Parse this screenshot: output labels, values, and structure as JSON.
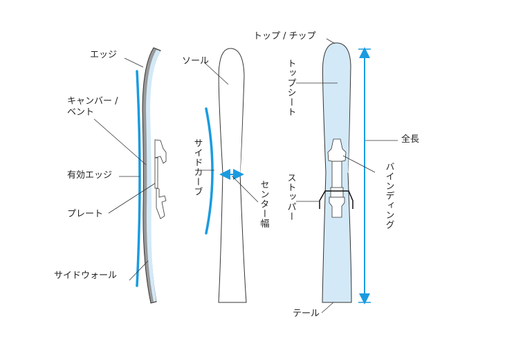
{
  "colors": {
    "accent_blue": "#1a9be0",
    "ski_fill": "#d3e9f7",
    "edge_gray": "#999999",
    "outline": "#333333"
  },
  "side_view": {
    "edge": "エッジ",
    "camber_line1": "キャンバー /",
    "camber_line2": "ベント",
    "effective_edge": "有効エッジ",
    "plate": "プレート",
    "sidewall": "サイドウォール"
  },
  "bottom_view": {
    "sole": "ソール",
    "side_curve": "サイドカーブ",
    "center_width": "センター幅"
  },
  "top_view": {
    "top_tip": "トップ / チップ",
    "top_sheet": "トップシート",
    "overall_length": "全長",
    "binding": "バインディング",
    "stopper": "ストッパー",
    "tail": "テール"
  }
}
